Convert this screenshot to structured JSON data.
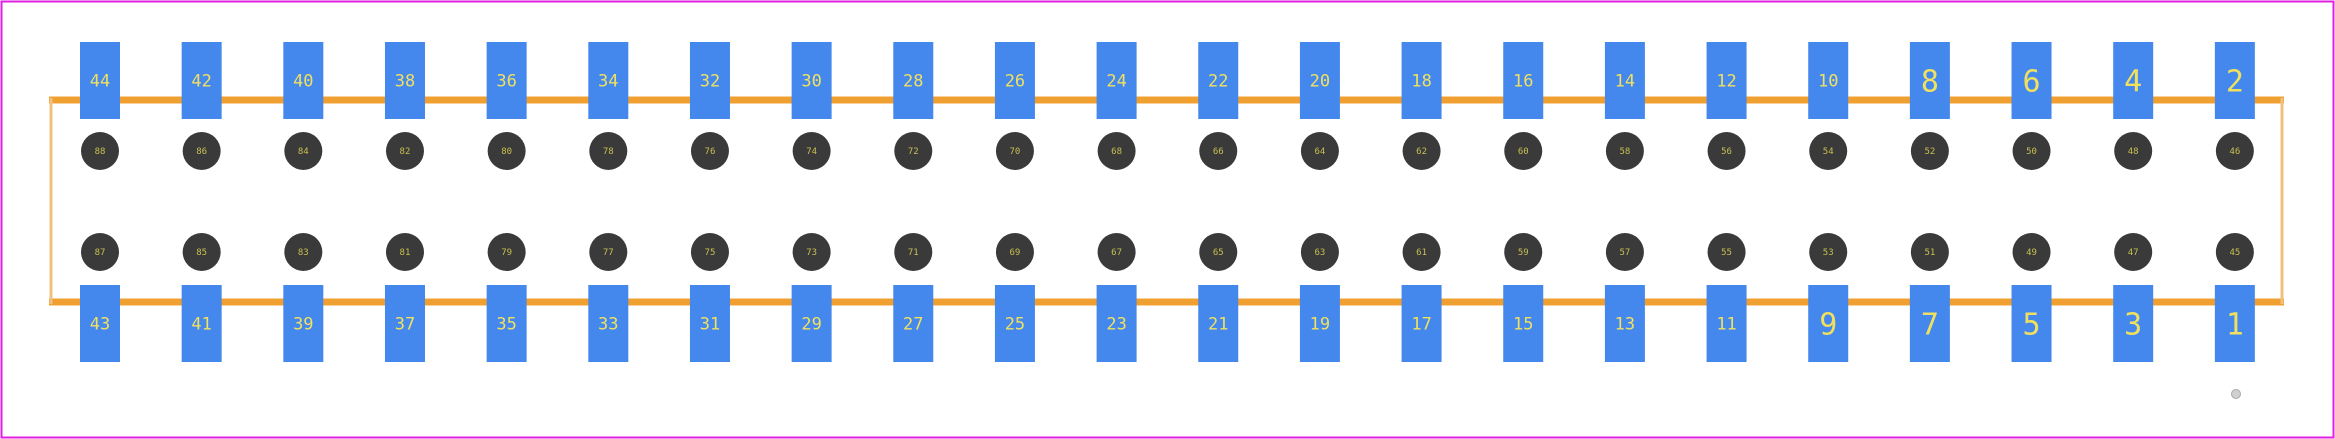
{
  "footprint": {
    "top_pads": [
      "44",
      "42",
      "40",
      "38",
      "36",
      "34",
      "32",
      "30",
      "28",
      "26",
      "24",
      "22",
      "20",
      "18",
      "16",
      "14",
      "12",
      "10",
      "8",
      "6",
      "4",
      "2"
    ],
    "bottom_pads": [
      "43",
      "41",
      "39",
      "37",
      "35",
      "33",
      "31",
      "29",
      "27",
      "25",
      "23",
      "21",
      "19",
      "17",
      "15",
      "13",
      "11",
      "9",
      "7",
      "5",
      "3",
      "1"
    ],
    "upper_holes": [
      "88",
      "86",
      "84",
      "82",
      "80",
      "78",
      "76",
      "74",
      "72",
      "70",
      "68",
      "66",
      "64",
      "62",
      "60",
      "58",
      "56",
      "54",
      "52",
      "50",
      "48",
      "46"
    ],
    "lower_holes": [
      "87",
      "85",
      "83",
      "81",
      "79",
      "77",
      "75",
      "73",
      "71",
      "69",
      "67",
      "65",
      "63",
      "61",
      "59",
      "57",
      "55",
      "53",
      "51",
      "49",
      "47",
      "45"
    ]
  },
  "colors": {
    "frame": "#e020e0",
    "pad": "#4488ee",
    "pad_text": "#f0e060",
    "hole": "#3a3a3a",
    "hole_text": "#c8c050",
    "outline": "#f0a030",
    "outline_side": "#f0c080",
    "origin_marker": "#c0c0c0"
  },
  "icons": {
    "origin": "origin-marker-icon"
  }
}
